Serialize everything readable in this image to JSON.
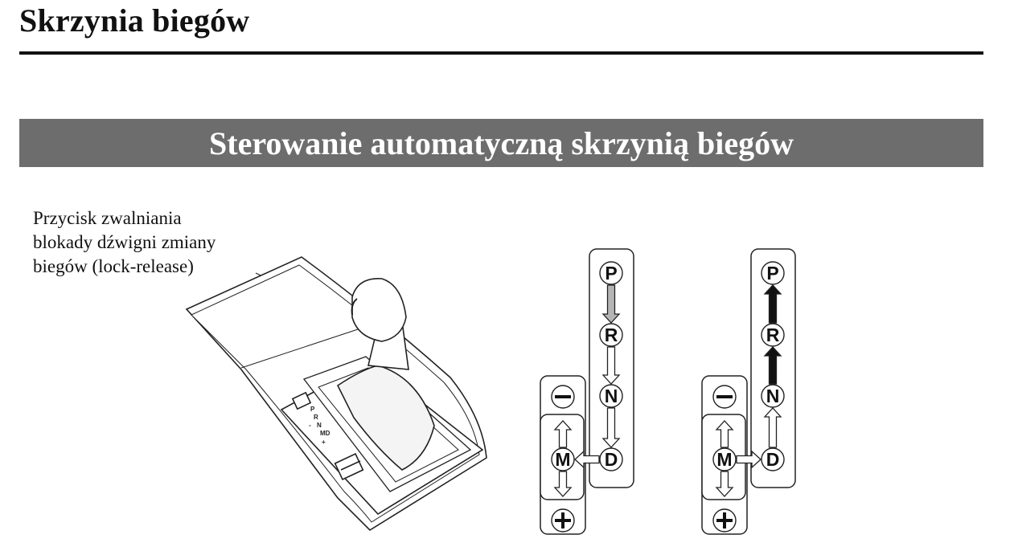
{
  "header": {
    "title": "Skrzynia biegów"
  },
  "section": {
    "title": "Sterowanie automatyczną skrzynią biegów"
  },
  "illustration": {
    "callout_lines": [
      "Przycisk zwalniania",
      "blokady dźwigni zmiany",
      "biegów (lock-release)"
    ],
    "console_labels": [
      "P",
      "R",
      "N",
      "MD",
      "-",
      "+"
    ]
  },
  "diagrams": [
    {
      "name": "shift-pattern-from-park",
      "positions": [
        "P",
        "R",
        "N",
        "D",
        "M"
      ],
      "manual": [
        "−",
        "+"
      ]
    },
    {
      "name": "shift-pattern-to-park",
      "positions": [
        "P",
        "R",
        "N",
        "D",
        "M"
      ],
      "manual": [
        "−",
        "+"
      ]
    }
  ],
  "colors": {
    "banner": "#6d6d6d",
    "arrow_gray": "#b5b5b5",
    "arrow_black": "#111111"
  }
}
